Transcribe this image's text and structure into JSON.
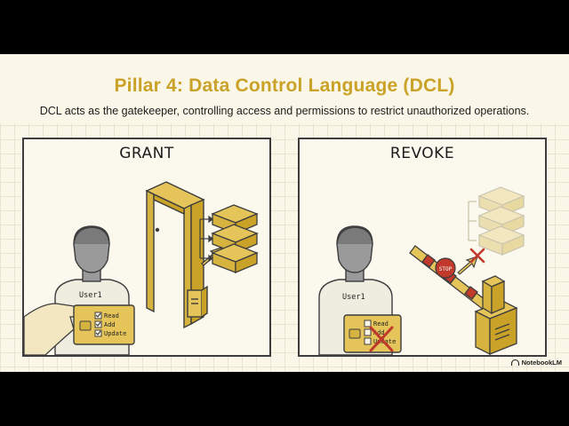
{
  "slide": {
    "title": "Pillar 4: Data Control Language (DCL)",
    "subtitle": "DCL acts as the gatekeeper, controlling access and permissions to restrict unauthorized operations."
  },
  "grant": {
    "label": "GRANT",
    "user": "User1",
    "permissions": [
      "Read",
      "Add",
      "Update"
    ]
  },
  "revoke": {
    "label": "REVOKE",
    "user": "User1",
    "permissions": [
      "Read",
      "Add",
      "Update"
    ],
    "barrier_sign": "STOP"
  },
  "brand": "NotebookLM",
  "colors": {
    "accent": "#c9a227",
    "ink": "#3d3d3d",
    "denied": "#c0392b"
  }
}
